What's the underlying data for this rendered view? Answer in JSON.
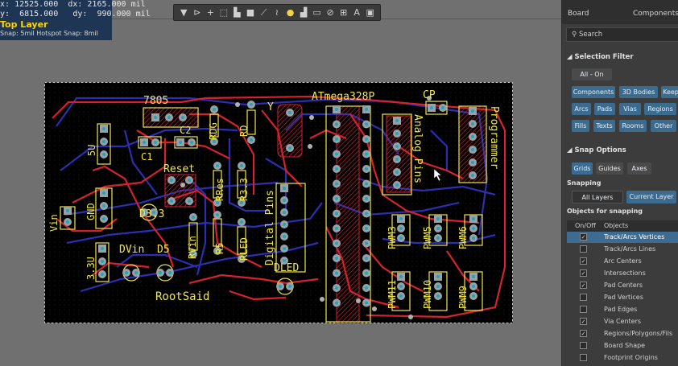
{
  "coords": {
    "x_label": "x:",
    "x_value": "12525.000",
    "dx_label": "dx:",
    "dx_value": "2165.000 mil",
    "y_label": "y:",
    "y_value": "6815.000",
    "dy_label": "dy:",
    "dy_value": "990.000 mil",
    "layer": "Top Layer",
    "snap": "Snap: 5mil Hotspot Snap: 8mil"
  },
  "toolbar": {
    "tools": [
      "filter-icon",
      "route-icon",
      "plus-icon",
      "select-rect-icon",
      "chart-icon",
      "component-icon",
      "interactive-route-icon",
      "diff-pair-icon",
      "bulb-icon",
      "fill-icon",
      "region-icon",
      "keepout-icon",
      "dimension-icon",
      "text-icon",
      "layer-icon"
    ]
  },
  "board": {
    "labels": {
      "reg": "7805",
      "c1": "C1",
      "c2": "C2",
      "rdg": "RDG",
      "rd": "RD",
      "y": "Y",
      "mcu": "ATmega328P",
      "cp": "CP",
      "prog": "Programmer",
      "analog": "Analog Pins",
      "v5": "5U",
      "reset": "Reset",
      "rres": "RRes",
      "r33": "R3.3",
      "digital": "Digital Pins",
      "gnd": "GND",
      "vin": "Vin",
      "d33": "D3.3",
      "v33": "3.3U",
      "dvin": "DVin",
      "d5": "D5",
      "rvin": "RVin",
      "r5": "R5",
      "rled": "RLED",
      "dled": "DLED",
      "pwm3": "PWM3",
      "pwm5": "PWM5",
      "pwm6": "PWM6",
      "pwm11": "PWM11",
      "pwm10": "PWM10",
      "pwm9": "PWM9",
      "brand": "RootSaid"
    },
    "colors": {
      "top": "#d3232e",
      "bottom": "#2b2fb0",
      "silk": "#f0e64a",
      "pad": "#9aa0a6",
      "bg": "#000000"
    }
  },
  "panel": {
    "tab_board": "Board",
    "tab_components": "Components (an",
    "search_placeholder": "Search",
    "selection_filter": "Selection Filter",
    "all_on": "All - On",
    "filters": [
      "Components",
      "3D Bodies",
      "Keep",
      "Arcs",
      "Pads",
      "Vias",
      "Regions",
      "Fills",
      "Texts",
      "Rooms",
      "Other"
    ],
    "snap_options": "Snap Options",
    "snap_buttons": [
      "Grids",
      "Guides",
      "Axes"
    ],
    "snapping": "Snapping",
    "all_layers": "All Layers",
    "current_layer": "Current Layer",
    "objects_for_snapping": "Objects for snapping",
    "col_onoff": "On/Off",
    "col_objects": "Objects",
    "objects": [
      {
        "name": "Track/Arcs Vertices",
        "on": true,
        "selected": true
      },
      {
        "name": "Track/Arcs Lines",
        "on": false,
        "selected": false
      },
      {
        "name": "Arc Centers",
        "on": true,
        "selected": false
      },
      {
        "name": "Intersections",
        "on": true,
        "selected": false
      },
      {
        "name": "Pad Centers",
        "on": true,
        "selected": false
      },
      {
        "name": "Pad Vertices",
        "on": false,
        "selected": false
      },
      {
        "name": "Pad Edges",
        "on": false,
        "selected": false
      },
      {
        "name": "Via Centers",
        "on": true,
        "selected": false
      },
      {
        "name": "Regions/Polygons/Fils",
        "on": true,
        "selected": false
      },
      {
        "name": "Board Shape",
        "on": false,
        "selected": false
      },
      {
        "name": "Footprint Origins",
        "on": false,
        "selected": false
      }
    ]
  }
}
